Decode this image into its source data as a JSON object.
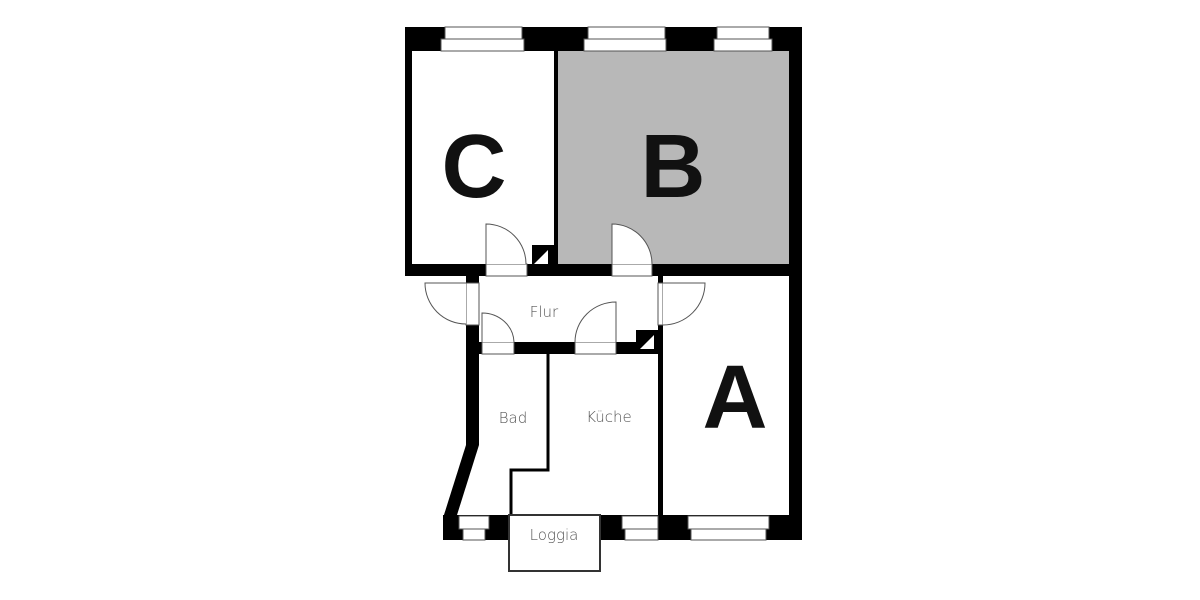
{
  "plan": {
    "colors": {
      "wall": "#000000",
      "highlight_room": "#b8b8b8",
      "floor": "#ffffff",
      "line": "#555555",
      "label_small": "#555555",
      "label_big": "#111111"
    },
    "rooms": [
      {
        "id": "C",
        "label": "C",
        "highlighted": false
      },
      {
        "id": "B",
        "label": "B",
        "highlighted": true
      },
      {
        "id": "A",
        "label": "A",
        "highlighted": false
      },
      {
        "id": "flur",
        "label": "Flur"
      },
      {
        "id": "bad",
        "label": "Bad"
      },
      {
        "id": "kueche",
        "label": "Küche"
      },
      {
        "id": "loggia",
        "label": "Loggia"
      }
    ]
  }
}
